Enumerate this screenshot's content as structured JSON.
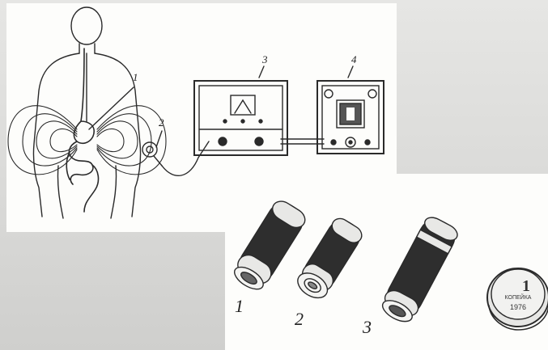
{
  "diagram_labels": {
    "probe_label": "1",
    "sensor_label": "2",
    "receiver_label": "3",
    "display_label": "4"
  },
  "capsule_labels": [
    "1",
    "2",
    "3"
  ],
  "coin": {
    "denomination": "1",
    "word": "КОПЕЙКА",
    "year": "1976"
  },
  "colors": {
    "line": "#2a2a2a",
    "capsule_body": "#2e2e2e",
    "panel": "#fdfdfb",
    "background": "#d9d9d7"
  }
}
